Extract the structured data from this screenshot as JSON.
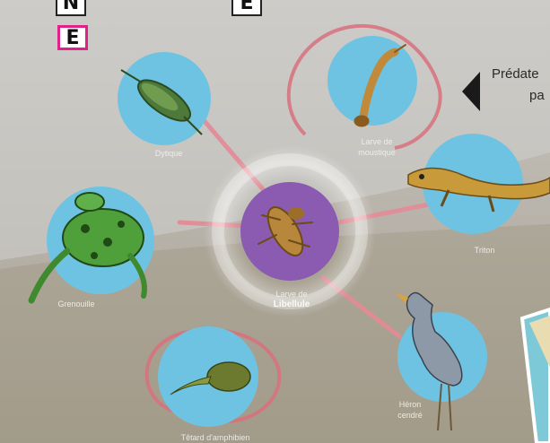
{
  "letters": {
    "top_left_1": "N",
    "top_left_2": "E",
    "top_middle": "E"
  },
  "predator_text": {
    "line1": "Prédate",
    "line2": "pa"
  },
  "animals": {
    "dytiscus": "Dytique",
    "mosquito_line1": "Larve de",
    "mosquito_line2": "moustique",
    "newt": "Triton",
    "frog": "Grenouille",
    "dragonfly_line1": "Larve de",
    "dragonfly_line2": "Libellule",
    "heron_line1": "Héron",
    "heron_line2": "cendré",
    "tadpole": "Têtard d'amphibien"
  },
  "colors": {
    "water_circle": "#6fc3e2",
    "center_circle": "#8a5bb0",
    "link_line": "#e48a96",
    "arc": "#d9707c",
    "pink_border": "#e0218a"
  }
}
